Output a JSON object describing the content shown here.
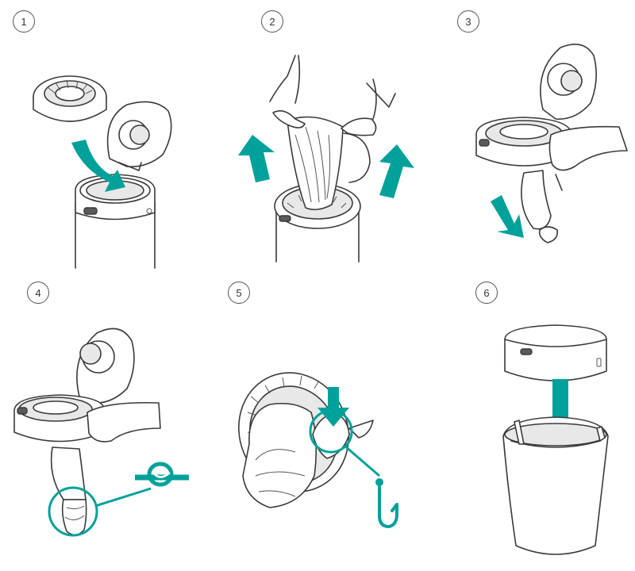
{
  "accent_color": "#00a19a",
  "steps": [
    {
      "number": "1",
      "description_icon": "bin-open-lid-insert-cassette"
    },
    {
      "number": "2",
      "description_icon": "pull-film-up"
    },
    {
      "number": "3",
      "description_icon": "pull-cassette-out"
    },
    {
      "number": "4",
      "description_icon": "tie-knot"
    },
    {
      "number": "5",
      "description_icon": "hook-bag"
    },
    {
      "number": "6",
      "description_icon": "replace-cassette"
    }
  ]
}
